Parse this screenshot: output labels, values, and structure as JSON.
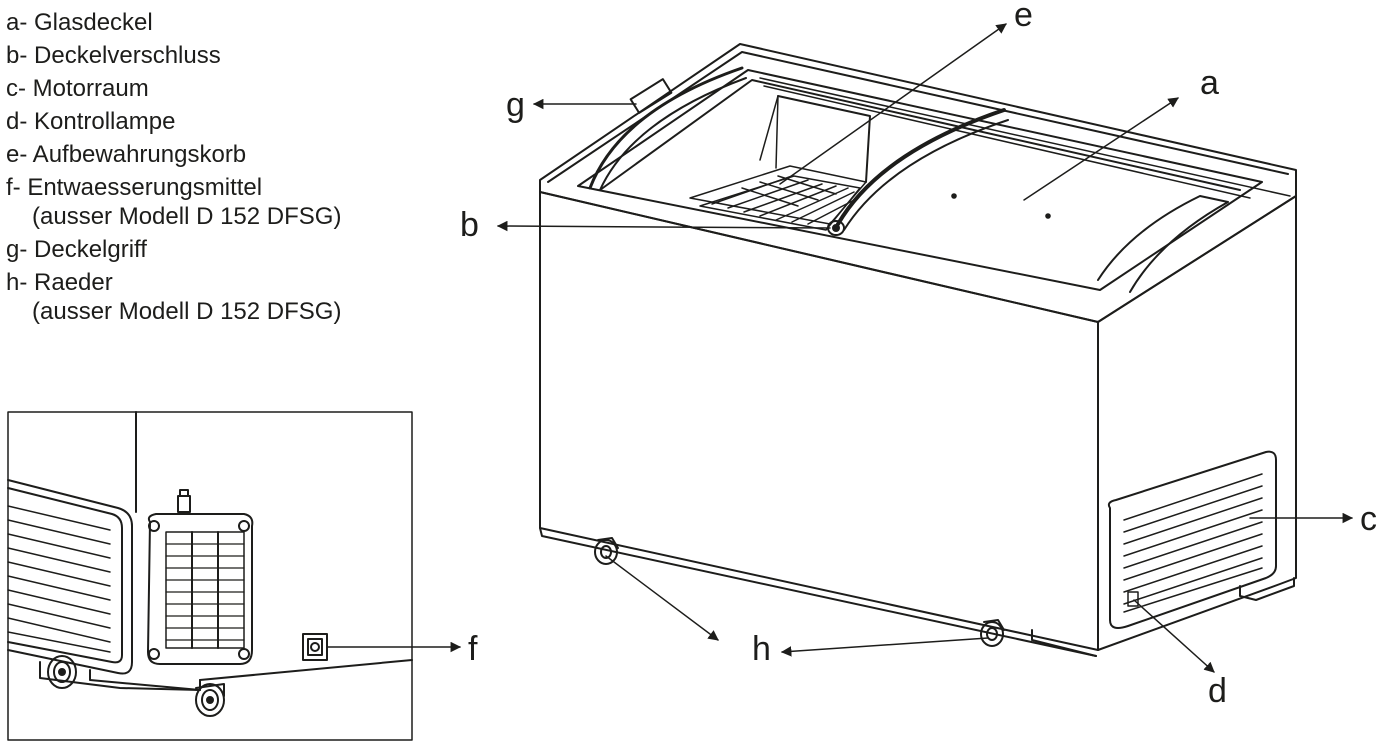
{
  "legend": [
    {
      "key": "a",
      "text": "a- Glasdeckel",
      "note": ""
    },
    {
      "key": "b",
      "text": "b- Deckelverschluss",
      "note": ""
    },
    {
      "key": "c",
      "text": "c- Motorraum",
      "note": ""
    },
    {
      "key": "d",
      "text": "d- Kontrollampe",
      "note": ""
    },
    {
      "key": "e",
      "text": "e- Aufbewahrungskorb",
      "note": ""
    },
    {
      "key": "f",
      "text": "f- Entwaesserungsmittel",
      "note": "(ausser Modell D 152 DFSG)"
    },
    {
      "key": "g",
      "text": "g- Deckelgriff",
      "note": ""
    },
    {
      "key": "h",
      "text": "h- Raeder",
      "note": "(ausser Modell D 152 DFSG)"
    }
  ],
  "callouts": {
    "a": "a",
    "b": "b",
    "c": "c",
    "d": "d",
    "e": "e",
    "f": "f",
    "g": "g",
    "h": "h"
  },
  "colors": {
    "line": "#1d1d1b",
    "background": "#ffffff"
  }
}
